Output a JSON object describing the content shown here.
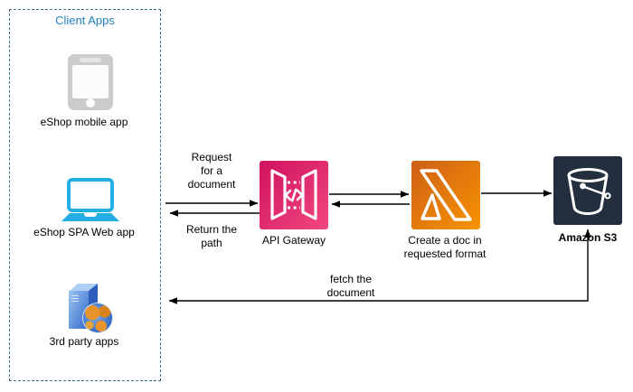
{
  "colors": {
    "client_border": "#3D7086",
    "client_title": "#1F80C0",
    "api_gateway_start": "#D0135F",
    "api_gateway_end": "#F2477F",
    "lambda_start": "#CE5F17",
    "lambda_end": "#F79400",
    "s3_bg": "#232F3E",
    "laptop": "#24AEE4",
    "phone": "#CBCBCB",
    "arrow": "#000000"
  },
  "client_box": {
    "title": "Client Apps",
    "items": [
      {
        "label": "eShop mobile app"
      },
      {
        "label": "eShop SPA Web app"
      },
      {
        "label": "3rd party apps"
      }
    ]
  },
  "nodes": {
    "api_gateway": {
      "label": "API Gateway"
    },
    "lambda": {
      "label": "Create a doc in\nrequested format"
    },
    "s3": {
      "label": "Amazon S3"
    }
  },
  "edges": {
    "request": {
      "label": "Request\nfor a\ndocument"
    },
    "return_path": {
      "label": "Return the\npath"
    },
    "fetch": {
      "label": "fetch the\ndocument"
    }
  }
}
